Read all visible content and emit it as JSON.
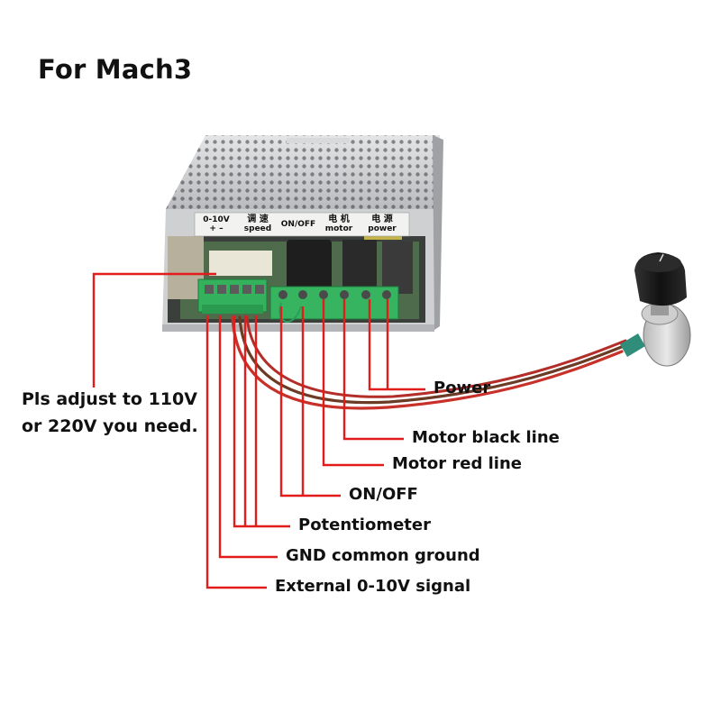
{
  "title": "For Mach3",
  "note": {
    "line1": "Pls adjust to 110V",
    "line2": "or 220V you need."
  },
  "panel": {
    "signal_top": "0-10V",
    "signal_bottom": "+ –",
    "speed_cn": "调 速",
    "speed_en": "speed",
    "onoff": "ON/OFF",
    "motor_cn": "电 机",
    "motor_en": "motor",
    "power_cn": "电 源",
    "power_en": "power"
  },
  "callouts": {
    "power": "Power",
    "motor_black": "Motor black line",
    "motor_red": "Motor red line",
    "onoff": "ON/OFF",
    "potentiometer": "Potentiometer",
    "gnd": "GND common ground",
    "external": "External 0-10V signal"
  },
  "colors": {
    "callout_line": "#e21b1b",
    "terminal_green": "#2fae5a",
    "case_metal": "#c9cacc",
    "wire_red": "#c8302a",
    "wire_brown": "#6b3b25",
    "knob": "#1b1b1b"
  }
}
